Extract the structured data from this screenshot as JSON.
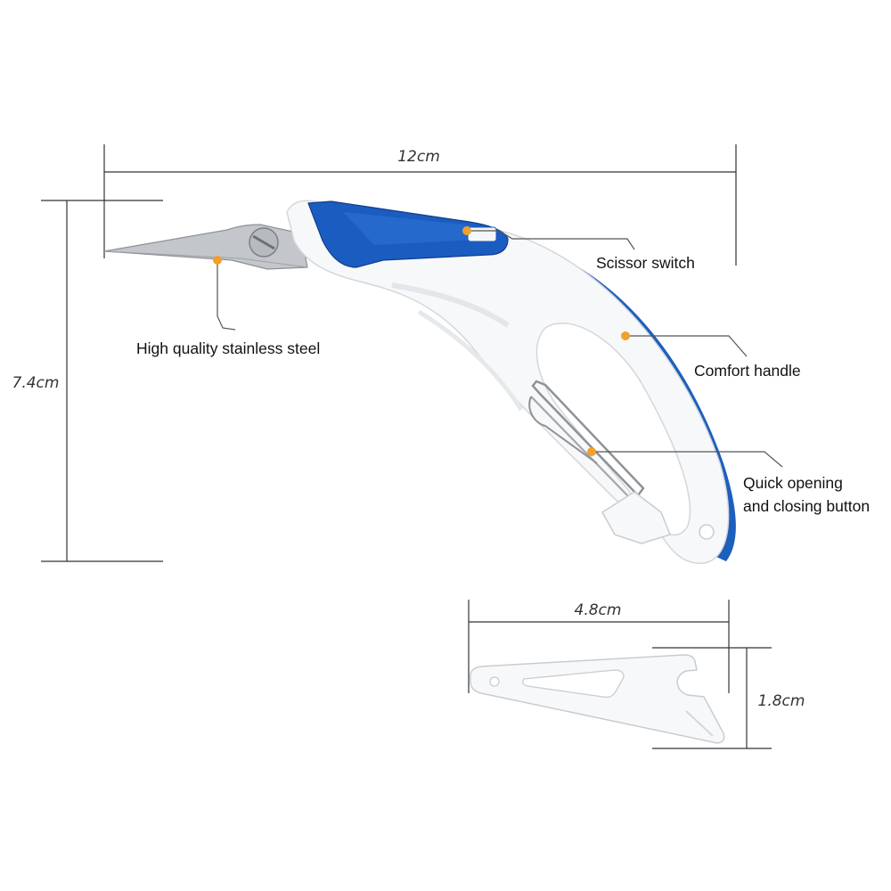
{
  "dimensions": {
    "length": "12cm",
    "height": "7.4cm",
    "clip_length": "4.8cm",
    "clip_height": "1.8cm"
  },
  "callouts": {
    "scissor_switch": "Scissor switch",
    "stainless_steel": "High quality stainless steel",
    "comfort_handle": "Comfort handle",
    "quick_button_line1": "Quick opening",
    "quick_button_line2": "and closing button"
  },
  "colors": {
    "handle_blue": "#1a5fbf",
    "handle_white": "#f7f8fa",
    "steel": "#b9bcc0",
    "marker_orange": "#f2a02a"
  }
}
